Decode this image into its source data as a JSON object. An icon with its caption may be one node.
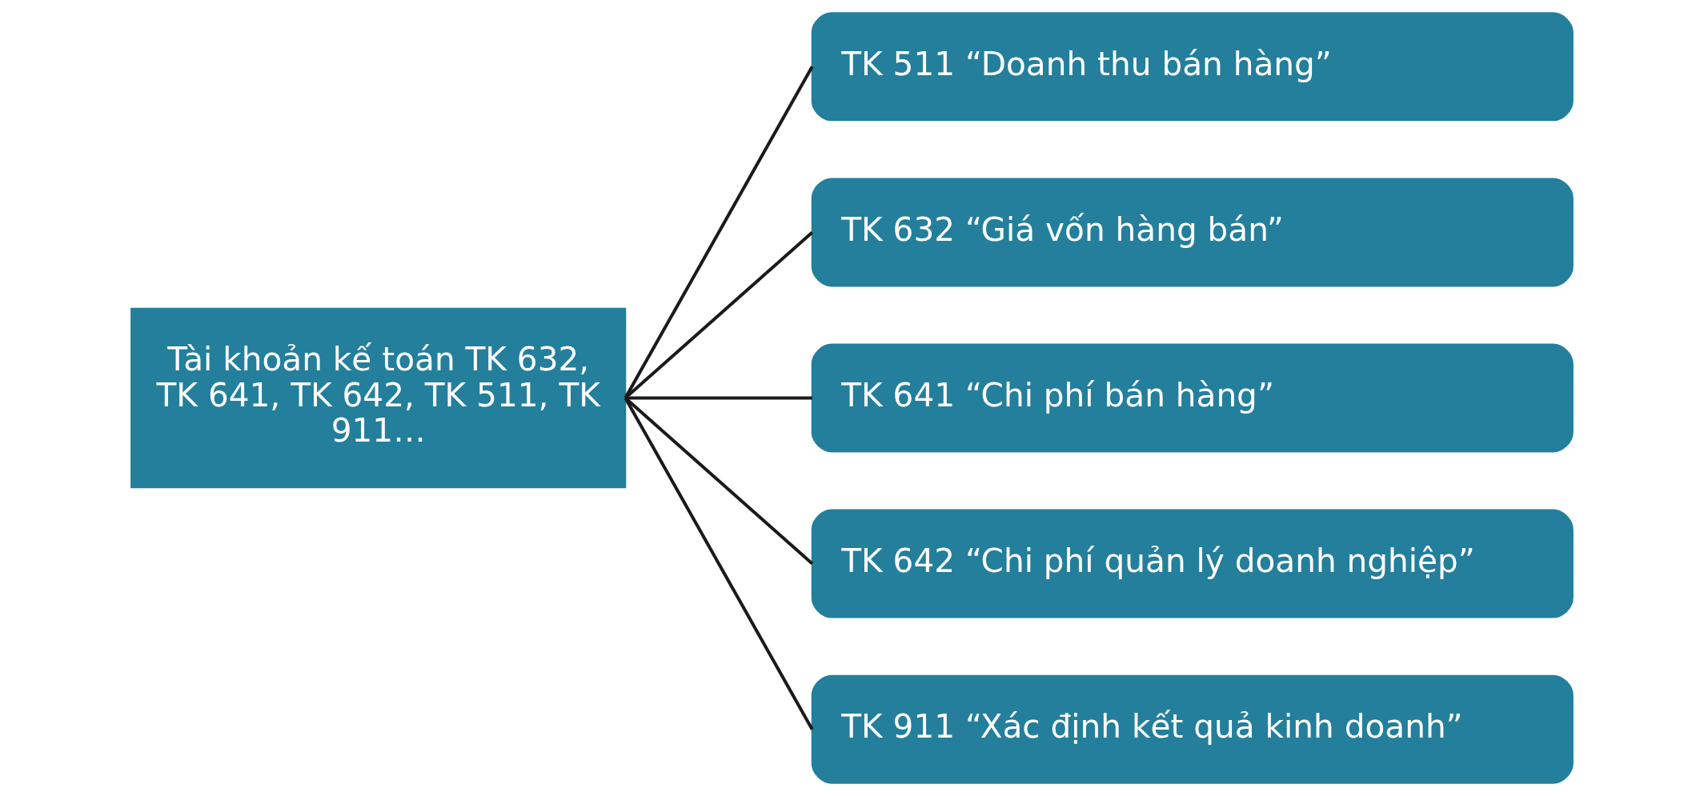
{
  "diagram": {
    "nodes": [
      {
        "text": [
          "Tài khoản kế toán TK 632, TK 641, TK 642, TK 511, TK 911…"
        ]
      },
      {
        "text": [
          "TK 511 “Doanh thu bán hàng”"
        ]
      },
      {
        "text": [
          "TK 632 “Giá vốn hàng bán”"
        ]
      },
      {
        "text": [
          "TK 641 “Chi phí bán hàng”"
        ]
      },
      {
        "text": [
          "TK 642 “Chi phí quản lý doanh nghiệp”"
        ]
      },
      {
        "text": [
          "TK 911 “Xác định kết quả kinh doanh”"
        ]
      }
    ],
    "edges": [
      {
        "from": 0,
        "to": 1,
        "arrow": "none"
      },
      {
        "from": 0,
        "to": 2,
        "arrow": "none"
      },
      {
        "from": 0,
        "to": 3,
        "arrow": "none"
      },
      {
        "from": 0,
        "to": 4,
        "arrow": "none"
      },
      {
        "from": 0,
        "to": 5,
        "arrow": "none"
      }
    ]
  }
}
